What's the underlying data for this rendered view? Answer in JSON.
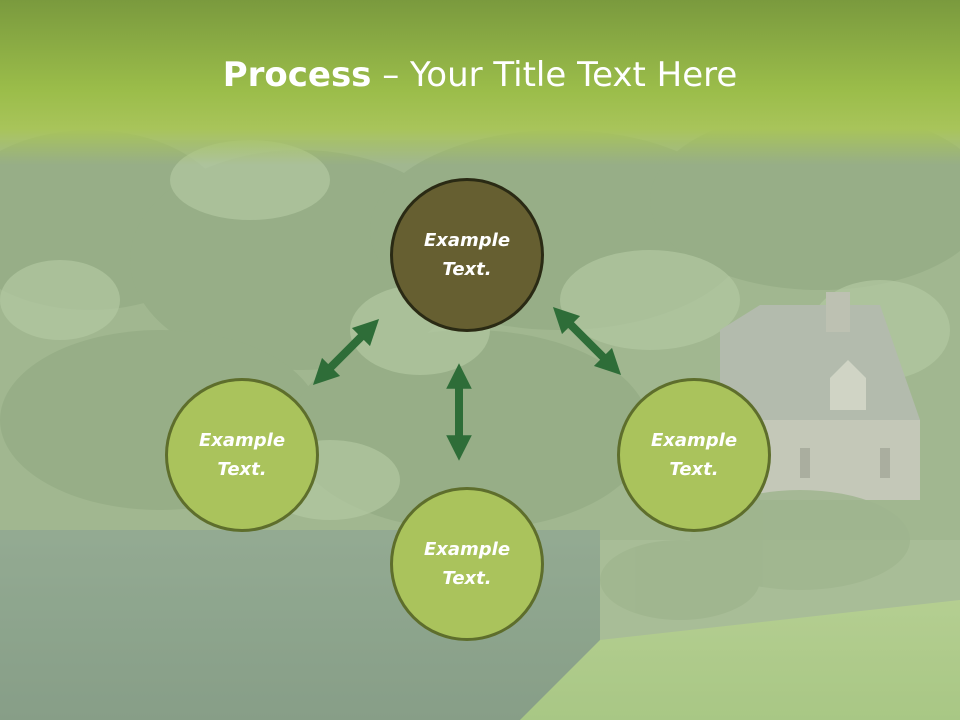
{
  "title": {
    "bold": "Process",
    "rest": " – Your Title Text Here"
  },
  "diagram": {
    "top": {
      "line1": "Example",
      "line2": "Text."
    },
    "left": {
      "line1": "Example",
      "line2": "Text."
    },
    "right": {
      "line1": "Example",
      "line2": "Text."
    },
    "bottom": {
      "line1": "Example",
      "line2": "Text."
    },
    "arrow_color": "#2e6d38"
  },
  "colors": {
    "header": "#9bbd4a",
    "circle_light": "#aac35c",
    "circle_dark": "#665f31"
  },
  "background": "faded photo of trees, pond and stone house"
}
